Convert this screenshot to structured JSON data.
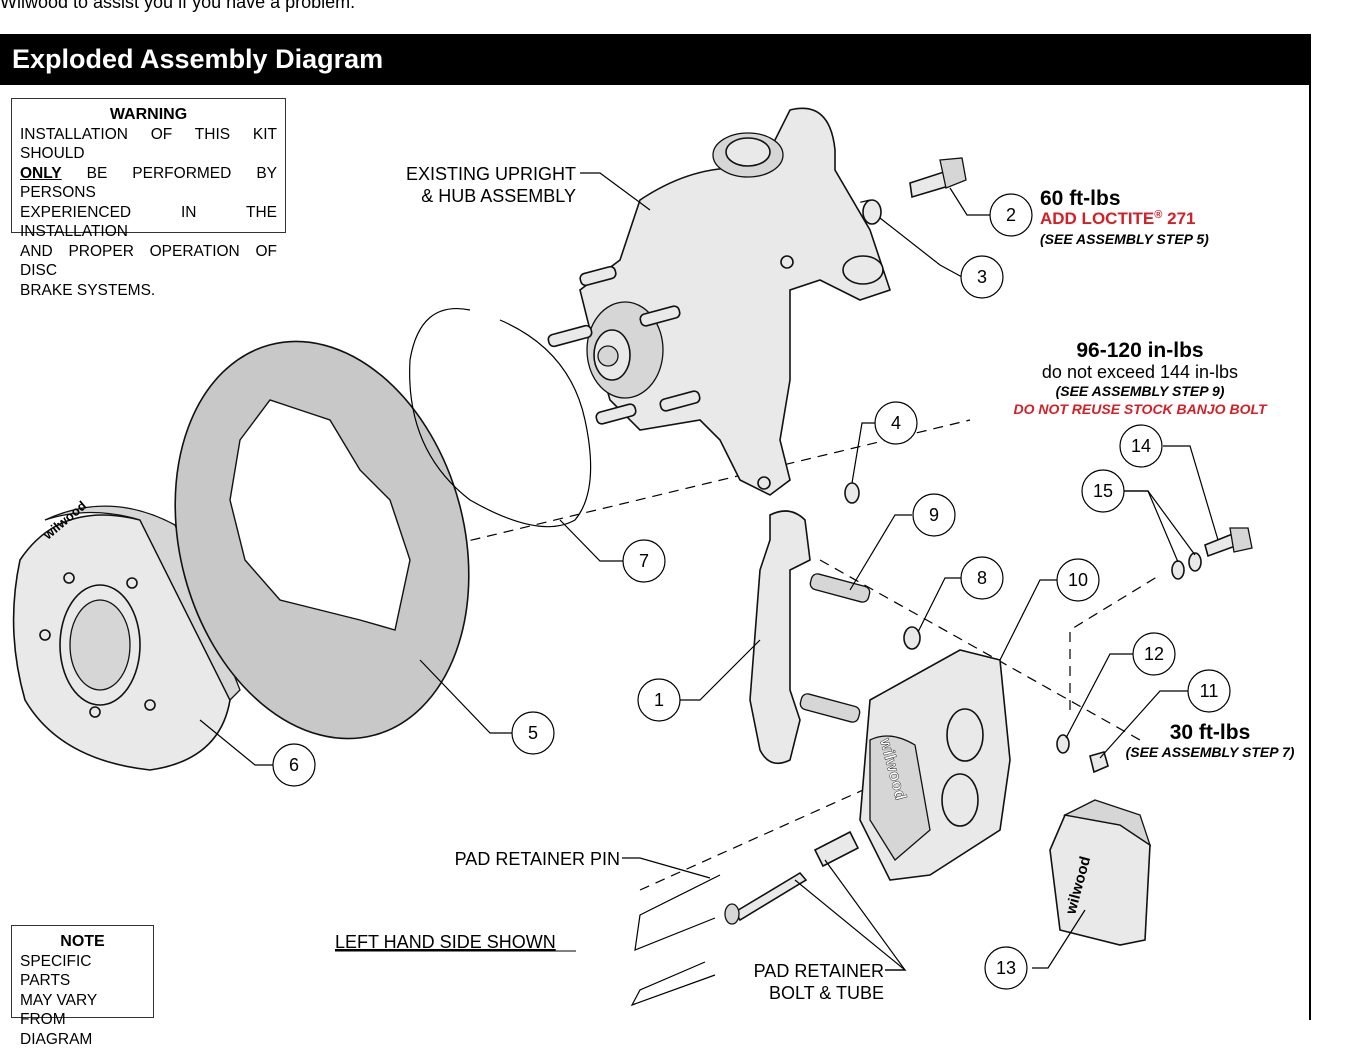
{
  "top_text": "Wilwood to assist you if you have a problem.",
  "header": {
    "title": "Exploded Assembly Diagram"
  },
  "warning": {
    "title": "WARNING",
    "line1": "INSTALLATION OF THIS KIT SHOULD",
    "line2_bold": "ONLY",
    "line2_rest": " BE PERFORMED BY PERSONS",
    "line3": "EXPERIENCED IN THE INSTALLATION",
    "line4": "AND PROPER OPERATION OF DISC",
    "line5": "BRAKE SYSTEMS."
  },
  "note": {
    "title": "NOTE",
    "line1": "SPECIFIC PARTS",
    "line2": "MAY VARY FROM",
    "line3": "DIAGRAM"
  },
  "labels": {
    "upright_line1": "EXISTING UPRIGHT",
    "upright_line2": "& HUB ASSEMBLY",
    "pad_pin": "PAD RETAINER PIN",
    "left_side": "LEFT HAND SIDE SHOWN",
    "bolt_tube_line1": "PAD RETAINER",
    "bolt_tube_line2": "BOLT & TUBE"
  },
  "torque": {
    "t1_value": "60 ft-lbs",
    "t1_loctite": "ADD LOCTITE",
    "t1_reg": "®",
    "t1_num": " 271",
    "t1_step": "(SEE ASSEMBLY STEP 5)",
    "t2_value": "96-120 in-lbs",
    "t2_limit": "do not exceed 144 in-lbs",
    "t2_step": "(SEE ASSEMBLY STEP 9)",
    "t2_warn": "DO NOT REUSE STOCK BANJO BOLT",
    "t3_value": "30 ft-lbs",
    "t3_step": "(SEE ASSEMBLY STEP 7)"
  },
  "callouts": [
    "1",
    "2",
    "3",
    "4",
    "5",
    "6",
    "7",
    "8",
    "9",
    "10",
    "11",
    "12",
    "13",
    "14",
    "15"
  ],
  "brand_marks": [
    "wilwood",
    "wilwood",
    "wilwood"
  ],
  "colors": {
    "header_bg": "#000000",
    "accent_red": "#d32027"
  }
}
